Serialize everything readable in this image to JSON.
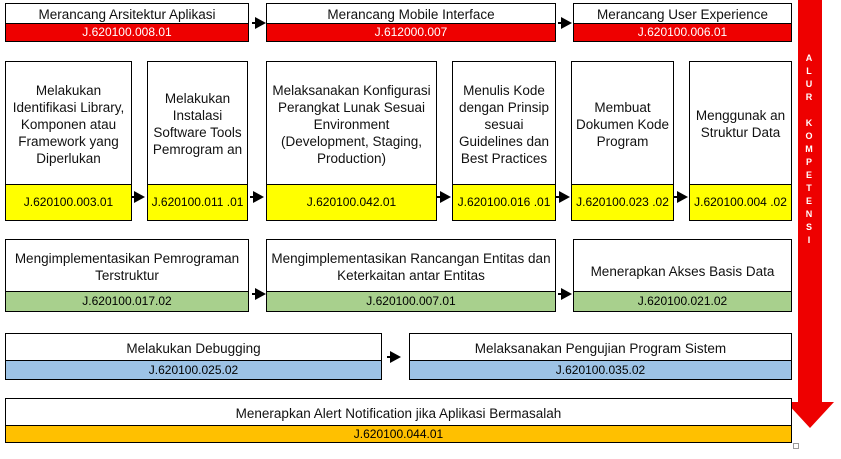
{
  "side_label": [
    "A",
    "L",
    "U",
    "R",
    "",
    "K",
    "O",
    "M",
    "P",
    "E",
    "T",
    "E",
    "N",
    "S",
    "I"
  ],
  "colors": {
    "red": "#ee0000",
    "yellow": "#ffff00",
    "green": "#a8d08d",
    "blue": "#9dc3e6",
    "orange": "#ffc000"
  },
  "row1": [
    {
      "title": "Merancang Arsitektur Aplikasi",
      "code": "J.620100.008.01"
    },
    {
      "title": "Merancang Mobile Interface",
      "code": "J.612000.007"
    },
    {
      "title": "Merancang User Experience",
      "code": "J.620100.006.01"
    }
  ],
  "row2": [
    {
      "title": "Melakukan Identifikasi Library, Komponen atau Framework yang Diperlukan",
      "code": "J.620100.003.01"
    },
    {
      "title": "Melakukan Instalasi Software Tools Pemrogram an",
      "code": "J.620100.011 .01"
    },
    {
      "title": "Melaksanakan Konfigurasi Perangkat Lunak Sesuai Environment (Development, Staging, Production)",
      "code": "J.620100.042.01"
    },
    {
      "title": "Menulis Kode dengan Prinsip sesuai Guidelines dan Best Practices",
      "code": "J.620100.016 .01"
    },
    {
      "title": "Membuat Dokumen Kode Program",
      "code": "J.620100.023 .02"
    },
    {
      "title": "Menggunak an Struktur Data",
      "code": "J.620100.004 .02"
    }
  ],
  "row3": [
    {
      "title": "Mengimplementasikan Pemrograman Terstruktur",
      "code": "J.620100.017.02"
    },
    {
      "title": "Mengimplementasikan Rancangan Entitas dan Keterkaitan antar Entitas",
      "code": "J.620100.007.01"
    },
    {
      "title": "Menerapkan Akses Basis Data",
      "code": "J.620100.021.02"
    }
  ],
  "row4": [
    {
      "title": "Melakukan Debugging",
      "code": "J.620100.025.02"
    },
    {
      "title": "Melaksanakan Pengujian Program Sistem",
      "code": "J.620100.035.02"
    }
  ],
  "row5": [
    {
      "title": "Menerapkan Alert Notification jika Aplikasi Bermasalah",
      "code": "J.620100.044.01"
    }
  ]
}
